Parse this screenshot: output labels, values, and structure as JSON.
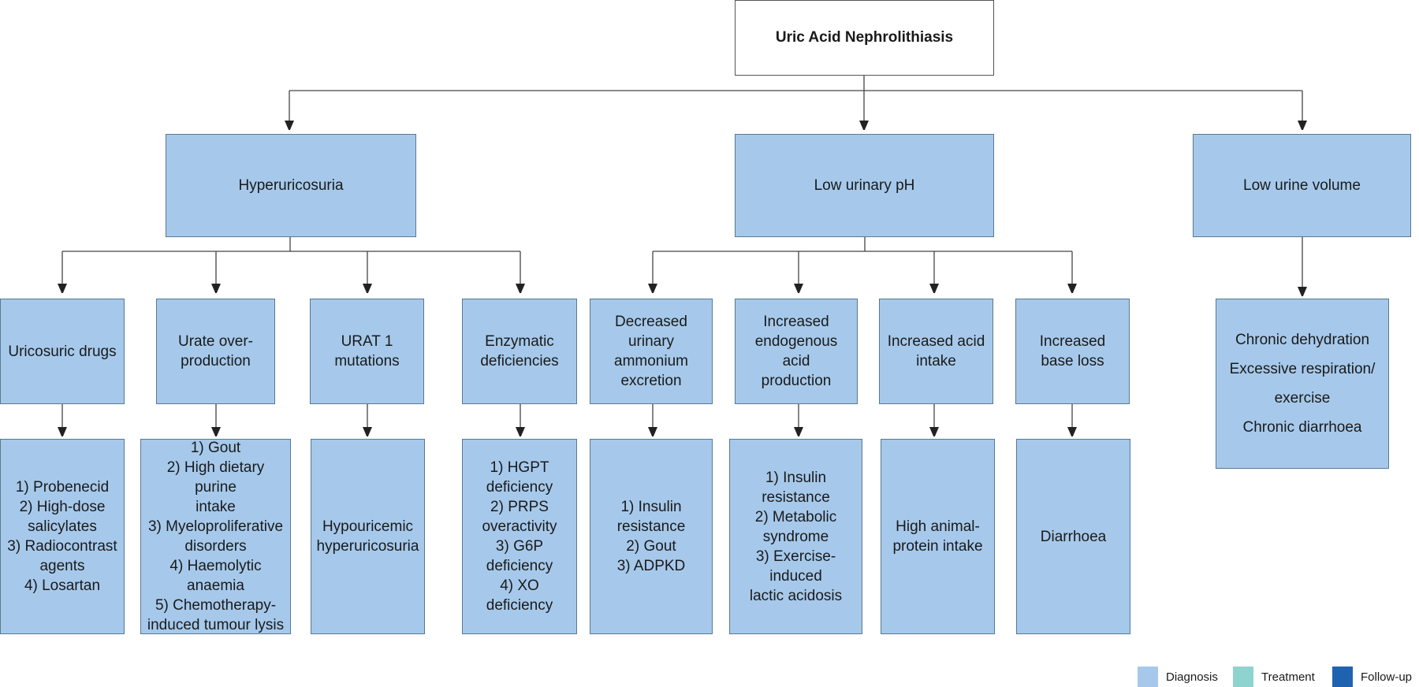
{
  "root": "Uric Acid Nephrolithiasis",
  "causes": {
    "hyperuricosuria": "Hyperuricosuria",
    "low_ph": "Low urinary pH",
    "low_volume": "Low urine volume"
  },
  "sub": {
    "uricosuric": "Uricosuric drugs",
    "urate": "Urate over-\nproduction",
    "urat1": "URAT 1\nmutations",
    "enzymatic": "Enzymatic\ndeficiencies",
    "ammonium": "Decreased\nurinary\nammonium\nexcretion",
    "endogenous": "Increased\nendogenous acid\nproduction",
    "acid_intake": "Increased acid\nintake",
    "base_loss": "Increased\nbase loss",
    "volume_detail": "Chronic dehydration\nExcessive respiration/\nexercise\nChronic diarrhoea"
  },
  "detail": {
    "uricosuric": "1) Probenecid\n2) High-dose\nsalicylates\n3) Radiocontrast\nagents\n4) Losartan",
    "urate": "1) Gout\n2) High dietary purine\nintake\n3) Myeloproliferative\ndisorders\n4) Haemolytic\nanaemia\n5) Chemotherapy-\ninduced tumour lysis",
    "urat1": "Hypouricemic\nhyperuricosuria",
    "enzymatic": "1) HGPT\ndeficiency\n2) PRPS\noveractivity\n3) G6P\ndeficiency\n4) XO\ndeficiency",
    "ammonium": "1) Insulin\nresistance\n2) Gout\n3) ADPKD",
    "endogenous": "1) Insulin\nresistance\n2) Metabolic\nsyndrome\n3) Exercise-\ninduced\nlactic acidosis",
    "acid_intake": "High animal-\nprotein intake",
    "base_loss": "Diarrhoea"
  },
  "legend": {
    "diagnosis": "Diagnosis",
    "treatment": "Treatment",
    "followup": "Follow-up"
  },
  "colors": {
    "diagnosis": "#a6c9eb",
    "treatment": "#8fd3cf",
    "followup": "#1f63b0"
  }
}
